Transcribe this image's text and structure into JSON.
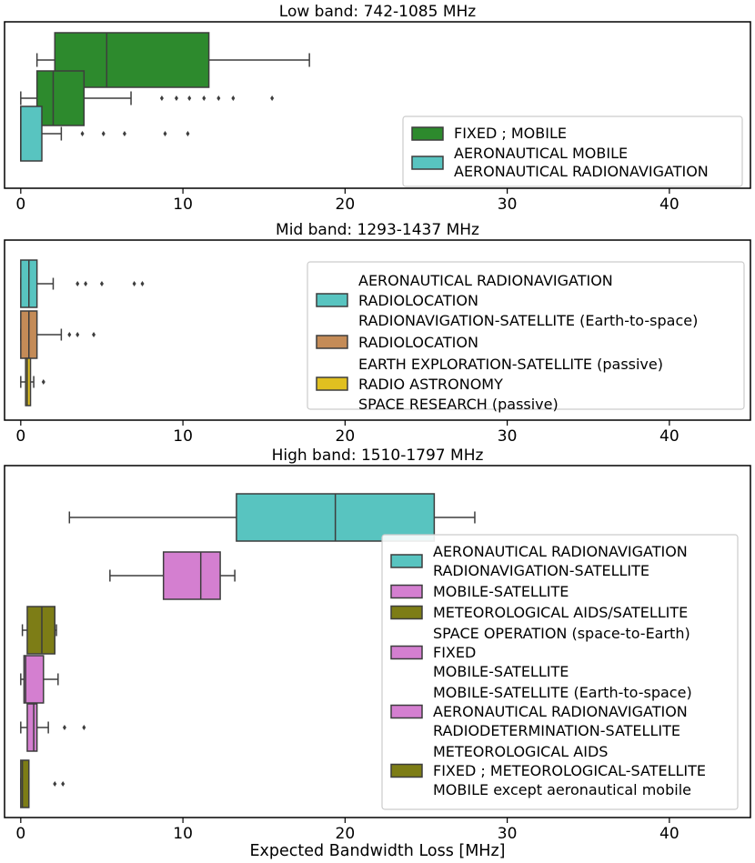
{
  "chart_data": [
    {
      "type": "box",
      "title": "Low band: 742-1085 MHz",
      "xlim": [
        -1,
        45
      ],
      "xticks": [
        0,
        10,
        20,
        30,
        40
      ],
      "xlabel": "",
      "legend_placement": "lower-right",
      "series": [
        {
          "name": "FIXED ; MOBILE",
          "color": "#2d8a2d"
        },
        {
          "name": "AERONAUTICAL MOBILE\nAERONAUTICAL RADIONAVIGATION",
          "color": "#58c4c0"
        }
      ],
      "boxes": [
        {
          "series": 0,
          "whislo": 1.0,
          "q1": 2.1,
          "med": 5.3,
          "q3": 11.6,
          "whishi": 17.8,
          "fliers": []
        },
        {
          "series": 0,
          "whislo": 0.0,
          "q1": 1.0,
          "med": 2.0,
          "q3": 3.9,
          "whishi": 6.8,
          "fliers": [
            8.7,
            9.6,
            10.4,
            11.3,
            12.2,
            13.1,
            15.5
          ]
        },
        {
          "series": 1,
          "whislo": 0.0,
          "q1": 0.0,
          "med": 0.0,
          "q3": 1.3,
          "whishi": 2.5,
          "fliers": [
            3.8,
            5.1,
            6.4,
            8.9,
            10.3
          ]
        }
      ]
    },
    {
      "type": "box",
      "title": "Mid band: 1293-1437 MHz",
      "xlim": [
        -1,
        45
      ],
      "xticks": [
        0,
        10,
        20,
        30,
        40
      ],
      "xlabel": "",
      "legend_placement": "right",
      "series": [
        {
          "name": "AERONAUTICAL RADIONAVIGATION\nRADIOLOCATION\nRADIONAVIGATION-SATELLITE (Earth-to-space)",
          "color": "#58c4c0"
        },
        {
          "name": "RADIOLOCATION",
          "color": "#c48b57"
        },
        {
          "name": "EARTH EXPLORATION-SATELLITE (passive)\nRADIO ASTRONOMY\nSPACE RESEARCH (passive)",
          "color": "#e0c020"
        }
      ],
      "boxes": [
        {
          "series": 0,
          "whislo": 0.0,
          "q1": 0.0,
          "med": 0.5,
          "q3": 1.0,
          "whishi": 2.0,
          "fliers": [
            3.5,
            4.0,
            5.0,
            7.0,
            7.5
          ]
        },
        {
          "series": 1,
          "whislo": 0.0,
          "q1": 0.0,
          "med": 0.5,
          "q3": 1.0,
          "whishi": 2.5,
          "fliers": [
            3.0,
            3.5,
            4.5
          ]
        },
        {
          "series": 2,
          "whislo": 0.0,
          "q1": 0.3,
          "med": 0.4,
          "q3": 0.6,
          "whishi": 0.8,
          "fliers": [
            1.4
          ]
        }
      ]
    },
    {
      "type": "box",
      "title": "High band: 1510-1797 MHz",
      "xlim": [
        -1,
        45
      ],
      "xticks": [
        0,
        10,
        20,
        30,
        40
      ],
      "xlabel": "Expected Bandwidth Loss [MHz]",
      "legend_placement": "lower-right",
      "series": [
        {
          "name": "AERONAUTICAL RADIONAVIGATION\nRADIONAVIGATION-SATELLITE",
          "color": "#58c4c0"
        },
        {
          "name": "MOBILE-SATELLITE",
          "color": "#d47fd0"
        },
        {
          "name": "METEOROLOGICAL AIDS/SATELLITE",
          "color": "#7d7d16"
        },
        {
          "name": "SPACE OPERATION (space-to-Earth)\nFIXED\nMOBILE-SATELLITE",
          "color": "#d47fd0"
        },
        {
          "name": "MOBILE-SATELLITE (Earth-to-space)\nAERONAUTICAL RADIONAVIGATION\nRADIODETERMINATION-SATELLITE",
          "color": "#d47fd0"
        },
        {
          "name": "METEOROLOGICAL AIDS\nFIXED ; METEOROLOGICAL-SATELLITE\nMOBILE except aeronautical mobile",
          "color": "#7d7d16"
        }
      ],
      "boxes": [
        {
          "series": 0,
          "whislo": 3.0,
          "q1": 13.3,
          "med": 19.4,
          "q3": 25.5,
          "whishi": 28.0,
          "fliers": []
        },
        {
          "series": 1,
          "whislo": 5.5,
          "q1": 8.8,
          "med": 11.1,
          "q3": 12.3,
          "whishi": 13.2,
          "fliers": []
        },
        {
          "series": 2,
          "whislo": 0.1,
          "q1": 0.4,
          "med": 1.3,
          "q3": 2.1,
          "whishi": 2.2,
          "fliers": []
        },
        {
          "series": 3,
          "whislo": 0.0,
          "q1": 0.2,
          "med": 0.3,
          "q3": 1.4,
          "whishi": 2.3,
          "fliers": []
        },
        {
          "series": 4,
          "whislo": 0.0,
          "q1": 0.4,
          "med": 0.8,
          "q3": 1.0,
          "whishi": 1.7,
          "fliers": [
            2.7,
            3.9
          ]
        },
        {
          "series": 5,
          "whislo": 0.0,
          "q1": 0.0,
          "med": 0.1,
          "q3": 0.5,
          "whishi": 0.5,
          "fliers": [
            2.1,
            2.6
          ]
        }
      ]
    }
  ]
}
